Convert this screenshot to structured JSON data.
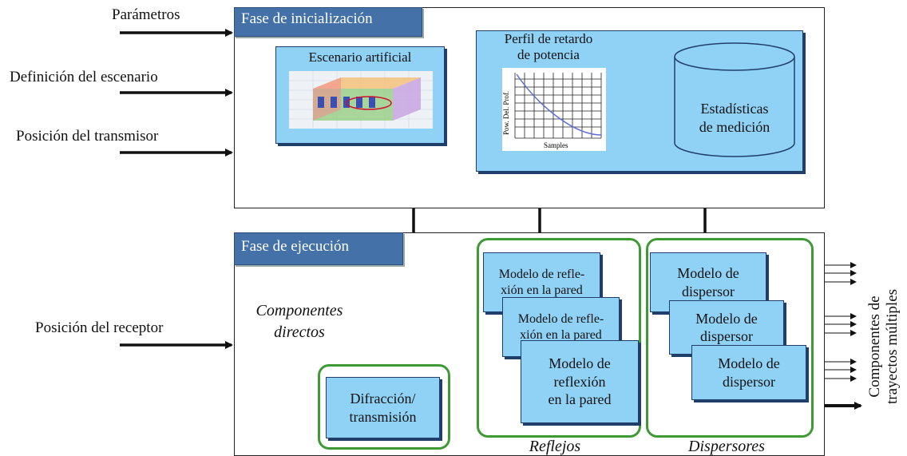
{
  "inputs": {
    "parametros": "Parámetros",
    "definicion": "Definición del escenario",
    "transmisor": "Posición del transmisor",
    "receptor": "Posición del receptor"
  },
  "init_phase": {
    "title": "Fase de inicialización",
    "escenario": "Escenario artificial",
    "perfil_line1": "Perfil de retardo",
    "perfil_line2": "de potencia",
    "plot_ylabel": "Pow. Del. Prof.",
    "plot_xlabel": "Samples",
    "estadisticas_line1": "Estadísticas",
    "estadisticas_line2": "de medición"
  },
  "exec_phase": {
    "title": "Fase de ejecución",
    "componentes_line1": "Componentes",
    "componentes_line2": "directos",
    "difraccion_line1": "Difracción/",
    "difraccion_line2": "transmisión",
    "refl1_line1": "Modelo de refle-",
    "refl1_line2": "xión en la pared",
    "refl2_line1": "Modelo de refle-",
    "refl2_line2": "xión en la pared",
    "refl3_line1": "Modelo de",
    "refl3_line2": "reflexión",
    "refl3_line3": "en la pared",
    "disp_line1": "Modelo de",
    "disp_line2": "dispersor",
    "reflejos": "Reflejos",
    "dispersores": "Dispersores"
  },
  "output": {
    "line1": "Componentes de",
    "line2": "trayectos múltiples"
  },
  "colors": {
    "title_bg": "#4472a8",
    "box_fill": "#8fd2f6",
    "group_border": "#3e9a35"
  }
}
